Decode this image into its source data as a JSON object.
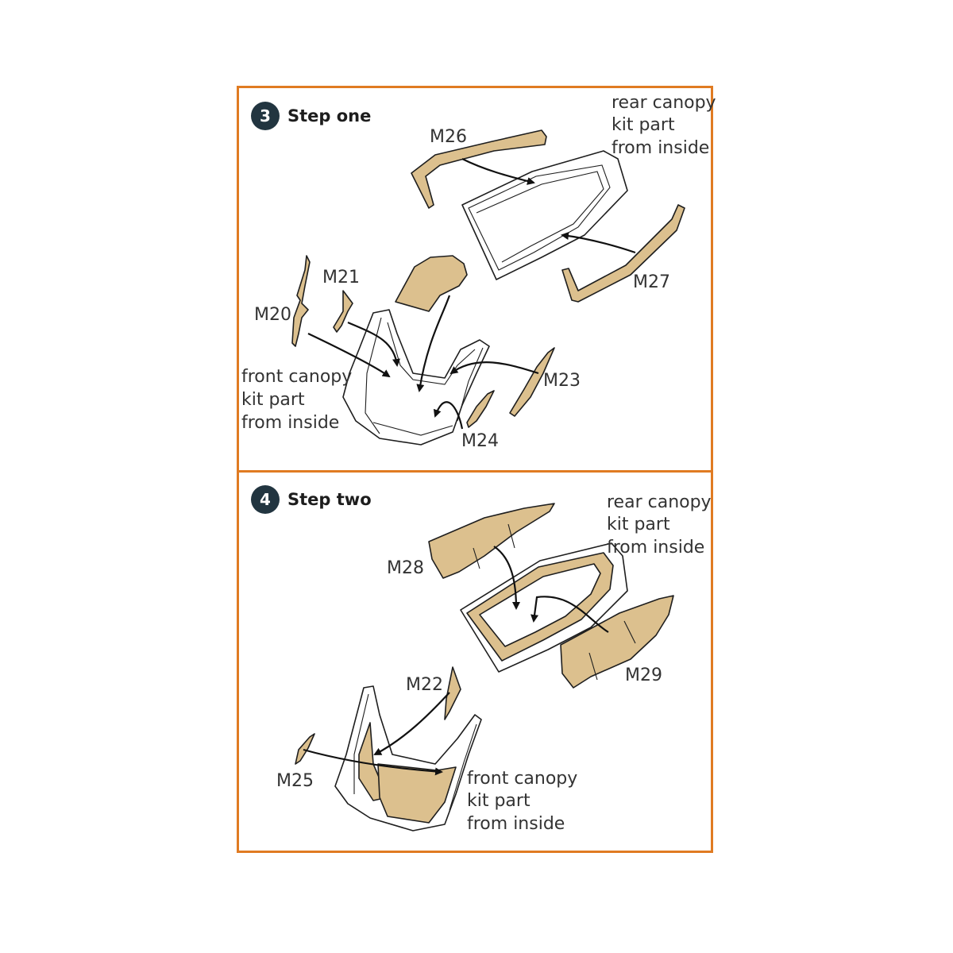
{
  "steps": [
    {
      "number": "3",
      "title": "Step one",
      "rear_label": [
        "rear canopy",
        "kit part",
        "from inside"
      ],
      "front_label": [
        "front canopy",
        "kit part",
        "from inside"
      ],
      "parts": [
        "M26",
        "M27",
        "M21",
        "M20",
        "M23",
        "M24"
      ]
    },
    {
      "number": "4",
      "title": "Step two",
      "rear_label": [
        "rear canopy",
        "kit part",
        "from inside"
      ],
      "front_label": [
        "front canopy",
        "kit part",
        "from inside"
      ],
      "parts": [
        "M28",
        "M29",
        "M22",
        "M25"
      ]
    }
  ],
  "colors": {
    "frame": "#e07b22",
    "part_fill": "#dcc08e",
    "badge": "#223540"
  }
}
